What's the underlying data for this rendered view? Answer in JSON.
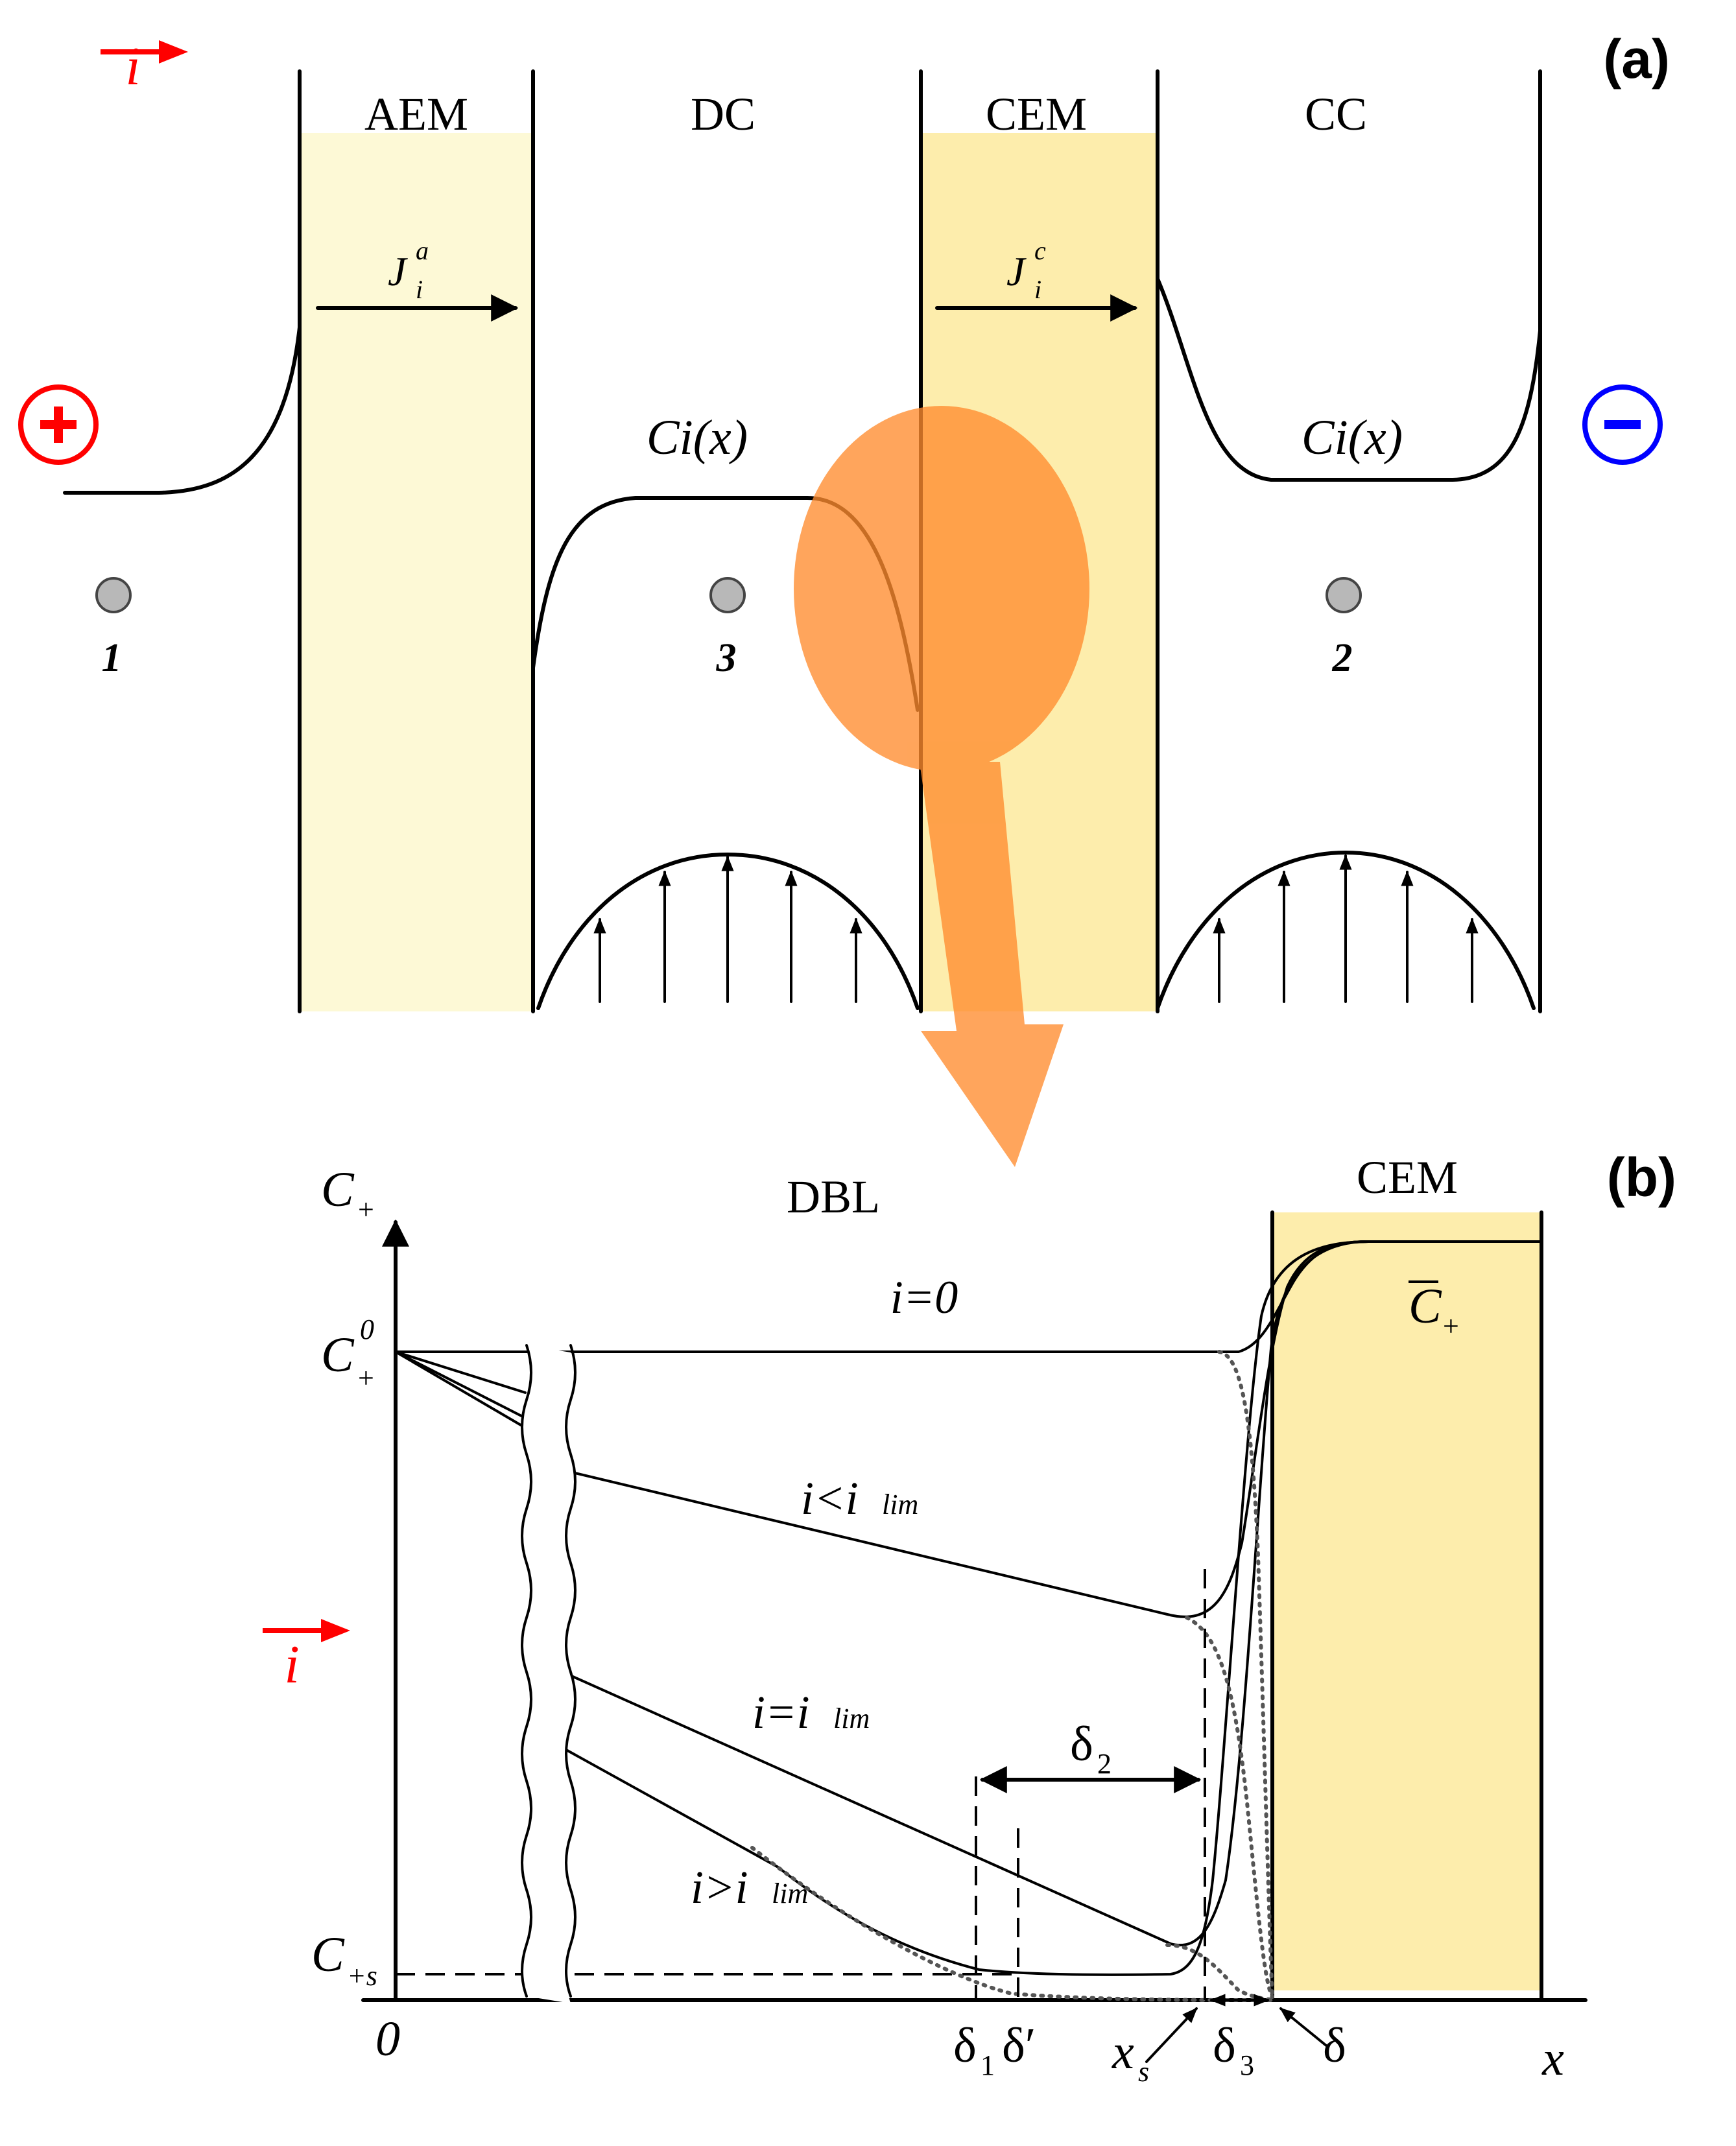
{
  "colors": {
    "aem_fill": "#fdf9d6",
    "cem_fill": "#fdedac",
    "current_arrow": "#ff0000",
    "anode": "#ff0000",
    "cathode": "#0000ff",
    "highlight": "#ff8c2e",
    "marker": "#b8b8b8"
  },
  "icons": {
    "anode": "plus-circle-icon",
    "cathode": "minus-circle-icon"
  },
  "panel_a": {
    "label": "(a)",
    "current": "i",
    "compartments": {
      "aem": "AEM",
      "dc": "DC",
      "cem": "CEM",
      "cc": "CC"
    },
    "flux_aem": {
      "base": "J",
      "sub": "i",
      "sup": "a"
    },
    "flux_cem": {
      "base": "J",
      "sub": "i",
      "sup": "c"
    },
    "concentration_dc": "Ci(x)",
    "concentration_cc": "Ci(x)",
    "points": [
      "1",
      "3",
      "2"
    ]
  },
  "panel_b": {
    "label": "(b)",
    "current": "i",
    "region_dbl": "DBL",
    "region_cem": "CEM",
    "y_axis": {
      "base": "C",
      "sub": "+"
    },
    "c0": {
      "base": "C",
      "sub": "+",
      "sup": "0"
    },
    "cs": {
      "base": "C",
      "sub": "+s"
    },
    "cbar": {
      "base": "C",
      "sub": "+"
    },
    "origin": "0",
    "x_axis": "x",
    "curves": {
      "zero": "i=0",
      "below": {
        "text": "i<i",
        "sub": "lim"
      },
      "equal": {
        "text": "i=i",
        "sub": "lim"
      },
      "above": {
        "text": "i>i",
        "sub": "lim"
      }
    },
    "delta2": {
      "base": "δ",
      "sub": "2"
    },
    "delta1": {
      "base": "δ",
      "sub": "1"
    },
    "delta_prime": "δ′",
    "xs": {
      "base": "x",
      "sub": "s"
    },
    "delta3": {
      "base": "δ",
      "sub": "3"
    },
    "delta": "δ"
  }
}
